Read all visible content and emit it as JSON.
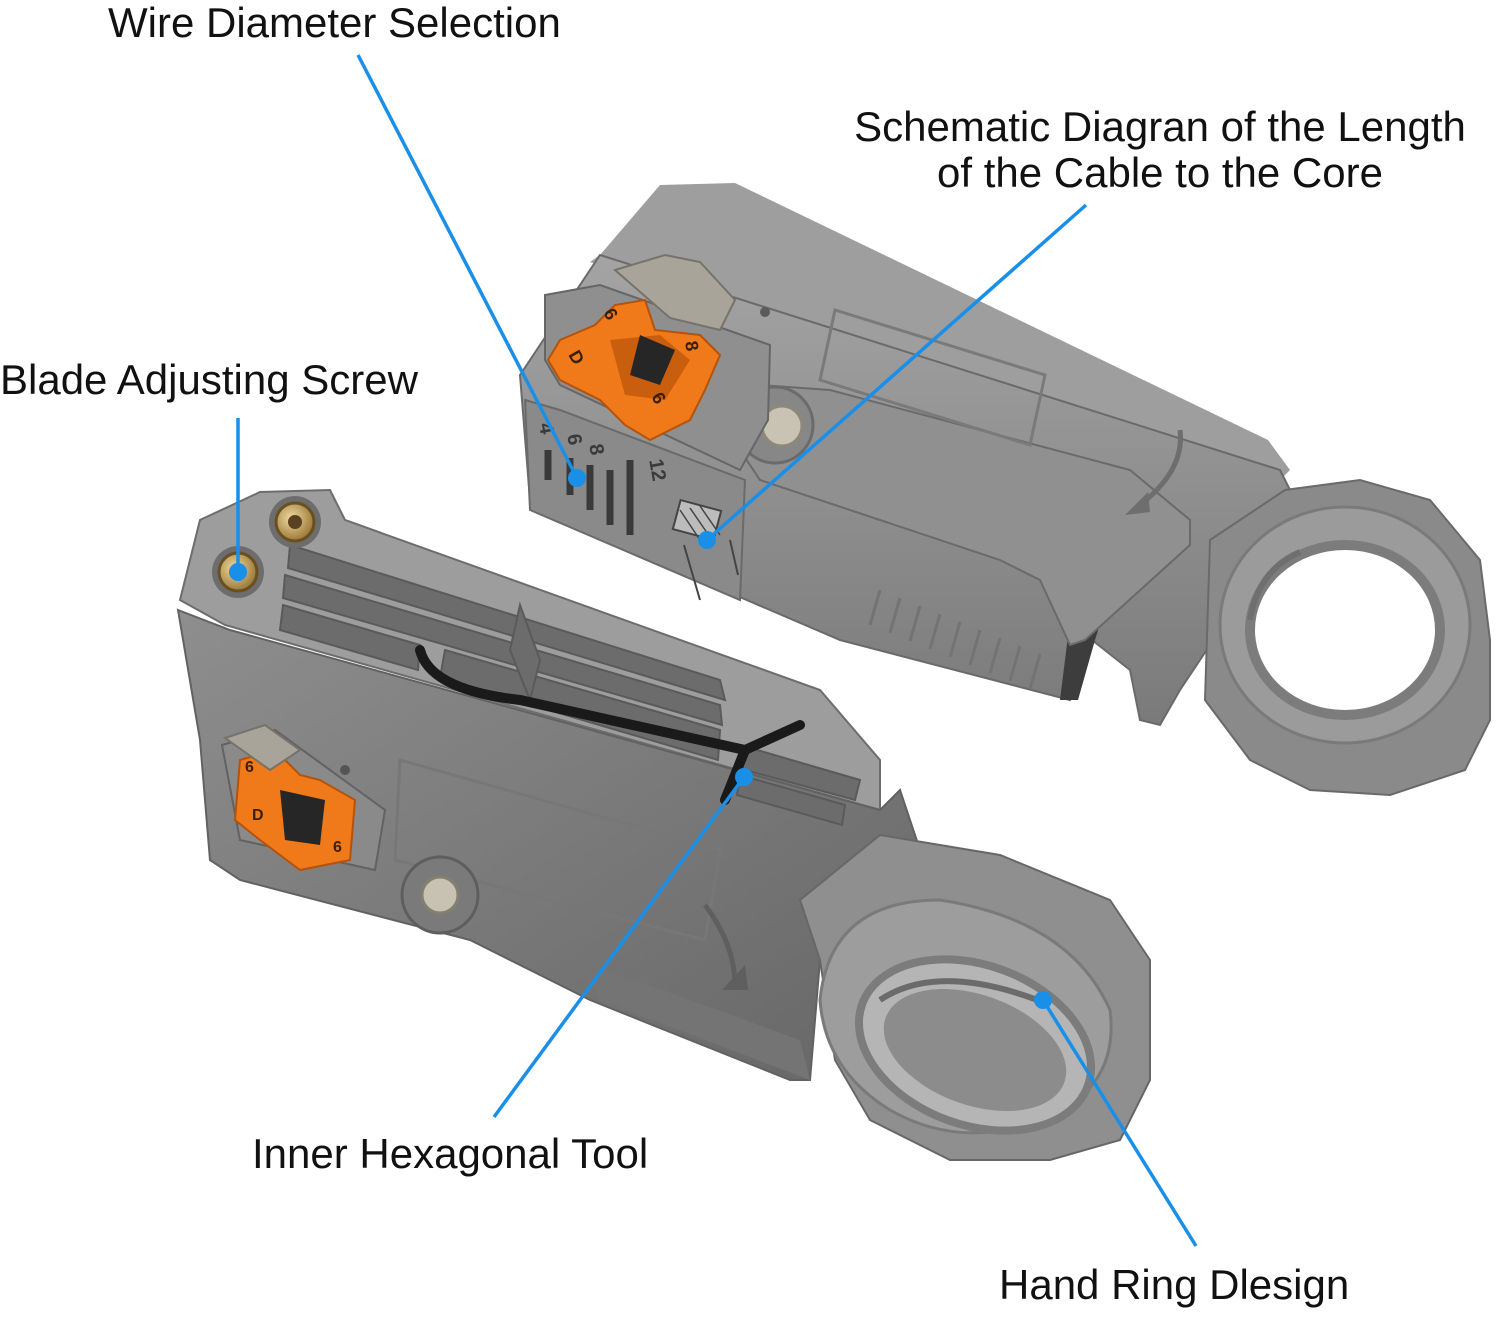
{
  "labels": {
    "wire_diameter": "Wire Diameter Selection",
    "schematic_line1": "Schematic Diagran of the Length",
    "schematic_line2": "of the Cable to the Core",
    "blade_screw": "Blade Adjusting Screw",
    "hex_tool": "Inner Hexagonal Tool",
    "hand_ring": "Hand Ring Dlesign"
  },
  "scale_numbers": [
    "4",
    "6",
    "8",
    "12"
  ],
  "die_numbers": [
    "6",
    "8",
    "6",
    "D"
  ],
  "colors": {
    "leader": "#1a8fe8",
    "body": "#8b8b8b",
    "body_dark": "#6f6f6f",
    "body_light": "#a2a2a2",
    "orange": "#f07a1a",
    "brass": "#c9a25a",
    "text": "#111111"
  }
}
